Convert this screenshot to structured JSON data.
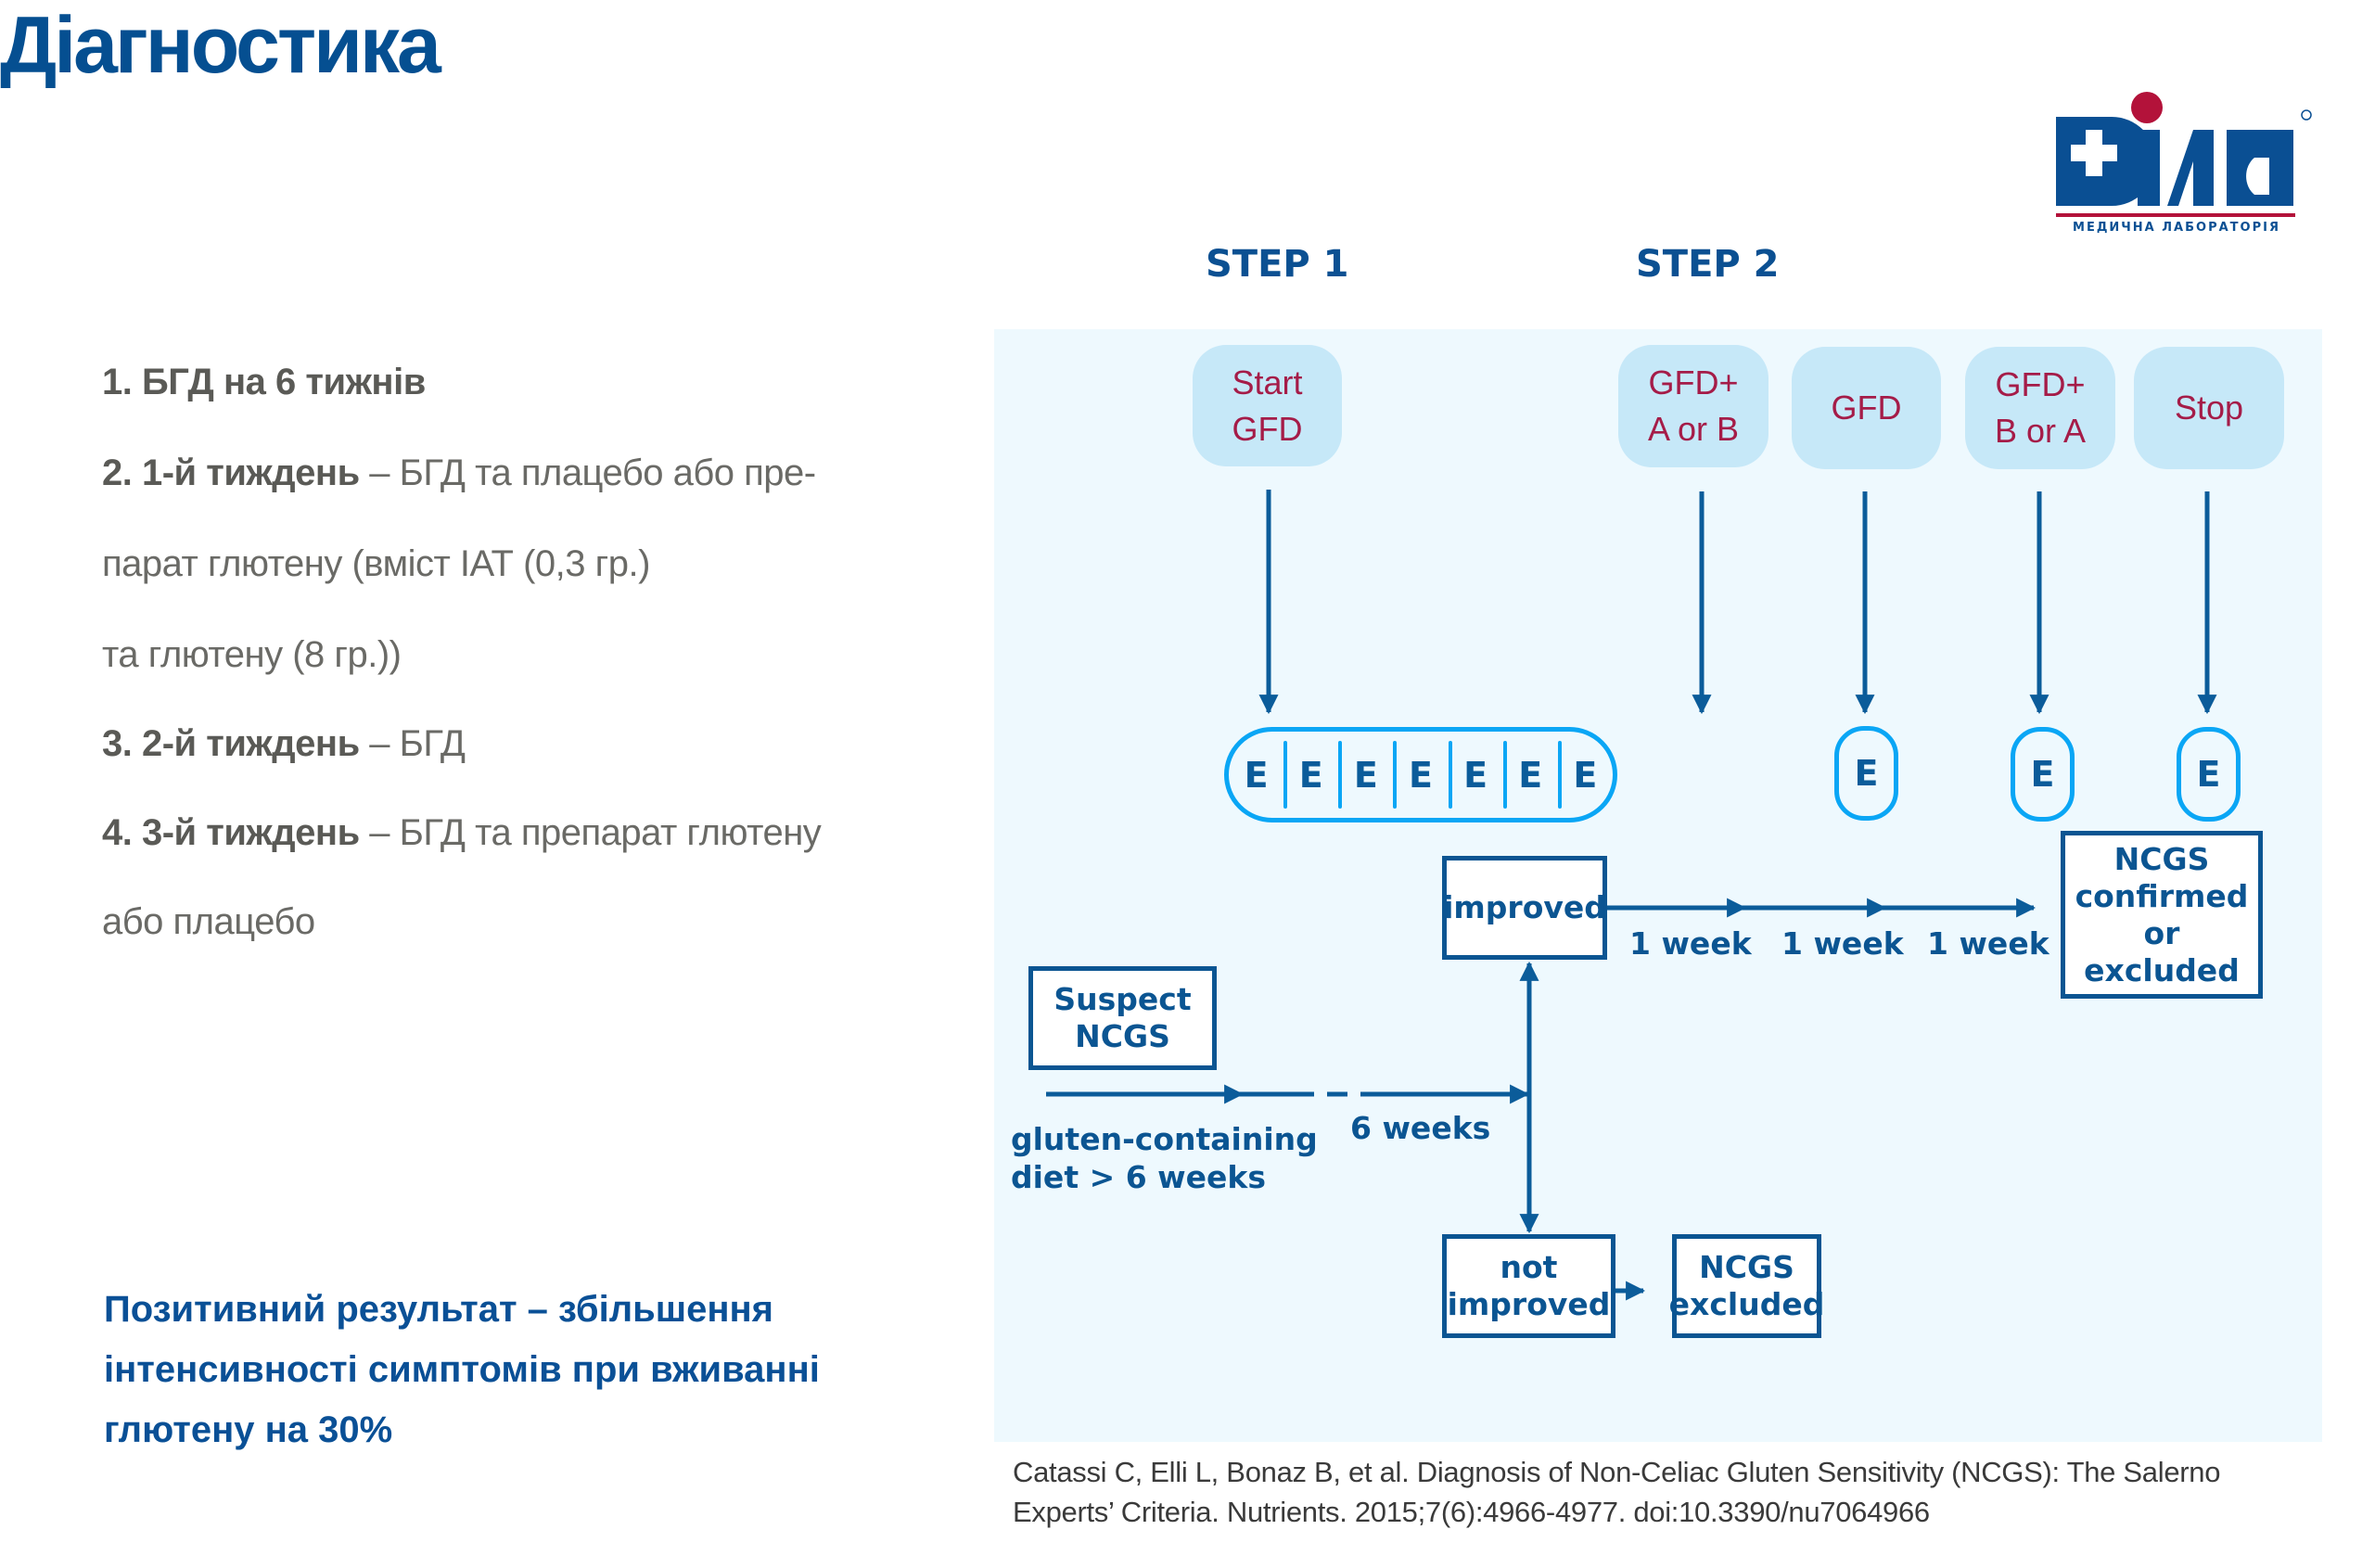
{
  "page": {
    "title": "Діагностика"
  },
  "logo": {
    "name": "Діла",
    "subtitle": "МЕДИЧНА ЛАБОРАТОРІЯ",
    "registered": "®",
    "colors": {
      "blue": "#0a4f93",
      "red": "#b3123a"
    }
  },
  "protocol": {
    "items": [
      {
        "bold": "1. БГД на 6 тижнів",
        "text": ""
      },
      {
        "bold": "2.  1-й тиждень",
        "text": " –  БГД та плацебо або пре-"
      },
      {
        "bold": "",
        "text": "парат глютену (вміст ІАТ (0,3 гр.)"
      },
      {
        "bold": "",
        "text": "та глютену (8 гр.))"
      },
      {
        "bold": "3. 2-й тиждень",
        "text": " – БГД"
      },
      {
        "bold": "4. 3-й тиждень",
        "text": " –  БГД та препарат глютену"
      },
      {
        "bold": "",
        "text": "або плацебо"
      }
    ]
  },
  "conclusion": {
    "lines": [
      "Позитивний результат – збільшення",
      "інтенсивності симптомів при вживанні",
      "глютену на 30%"
    ]
  },
  "diagram": {
    "steps": {
      "step1": "STEP 1",
      "step2": "STEP 2"
    },
    "phases": [
      {
        "line1": "Start",
        "line2": "GFD"
      },
      {
        "line1": "GFD+",
        "line2": "A or B"
      },
      {
        "line1": "GFD",
        "line2": ""
      },
      {
        "line1": "GFD+",
        "line2": "B or A"
      },
      {
        "line1": "Stop",
        "line2": ""
      }
    ],
    "evaluation_label": "E",
    "evaluation_row": [
      "E",
      "E",
      "E",
      "E",
      "E",
      "E",
      "E"
    ],
    "boxes": {
      "suspect": [
        "Suspect",
        "NCGS"
      ],
      "improved": [
        "improved"
      ],
      "not_improved": [
        "not",
        "improved"
      ],
      "excluded": [
        "NCGS",
        "excluded"
      ],
      "confirmed": [
        "NCGS",
        "confirmed",
        "or excluded"
      ]
    },
    "labels": {
      "diet": [
        "gluten-containing",
        "diet > 6 weeks"
      ],
      "six_weeks": "6 weeks",
      "week": "1 week"
    },
    "colors": {
      "panel_bg": "#eef9fe",
      "phase_fill": "#c6e8f8",
      "phase_text": "#a51c48",
      "eval_border": "#0aa6f5",
      "line": "#0b5c9a"
    }
  },
  "citation": {
    "lines": [
      "Catassi C, Elli L, Bonaz B, et al. Diagnosis of Non-Celiac Gluten Sensitivity (NCGS): The Salerno",
      "Experts’ Criteria. Nutrients. 2015;7(6):4966-4977. doi:10.3390/nu7064966"
    ]
  }
}
